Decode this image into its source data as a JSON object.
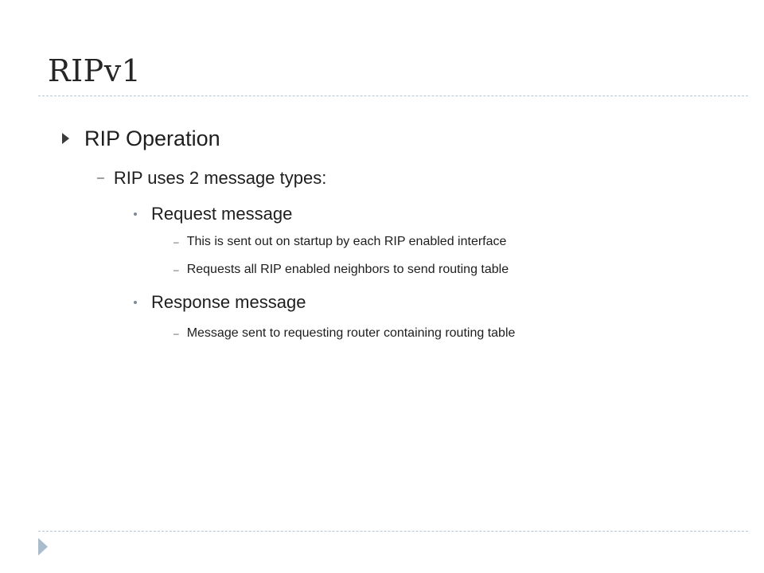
{
  "slide": {
    "title": "RIPv1",
    "items": [
      {
        "level": 1,
        "text": "RIP Operation"
      },
      {
        "level": 2,
        "text": "RIP uses 2 message types:"
      },
      {
        "level": 3,
        "text": "Request message"
      },
      {
        "level": 4,
        "text": "This is sent out on startup by each RIP enabled interface"
      },
      {
        "level": 4,
        "text": "Requests all RIP enabled neighbors to send routing table"
      },
      {
        "level": 3,
        "text": "Response message"
      },
      {
        "level": 4,
        "text": "Message sent to requesting router containing routing table"
      }
    ],
    "marker_dash": "–",
    "icons": {
      "level1_bullet": "triangle-right-icon",
      "level2_bullet": "dash-icon",
      "level3_bullet": "dot-icon",
      "level4_bullet": "dash-icon",
      "corner": "chevron-right-icon"
    },
    "colors": {
      "rule": "#b8c6d2",
      "corner_icon": "#a9bccb"
    }
  }
}
